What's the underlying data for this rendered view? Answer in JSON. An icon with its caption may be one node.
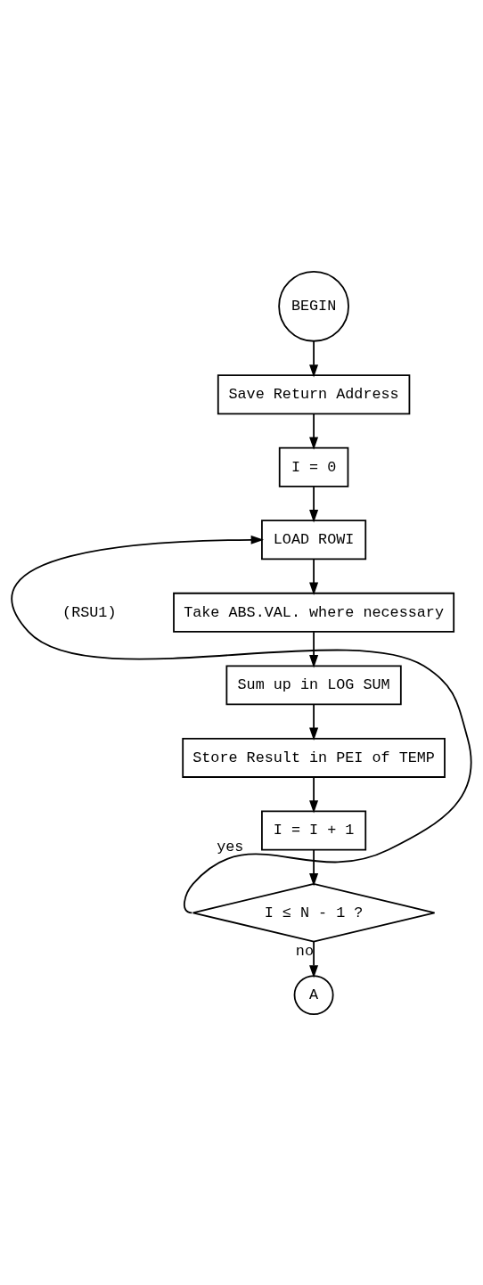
{
  "diagram": {
    "nodes": [
      {
        "text": [
          "BEGIN"
        ]
      },
      {
        "text": [
          "Save Return Address"
        ]
      },
      {
        "text": [
          "I = 0"
        ]
      },
      {
        "text": [
          "LOAD ROWI"
        ]
      },
      {
        "text": [
          "Take ABS.VAL. where necessary"
        ]
      },
      {
        "text": [
          "Sum up in LOG SUM"
        ]
      },
      {
        "text": [
          "Store Result in PEI of TEMP"
        ]
      },
      {
        "text": [
          "I = I + 1"
        ]
      },
      {
        "text": [
          "I ≤ N - 1 ?"
        ]
      },
      {
        "text": [
          "A"
        ]
      }
    ],
    "edges": [
      {
        "from": 0,
        "to": 1,
        "arrow": "to"
      },
      {
        "from": 1,
        "to": 2,
        "arrow": "to"
      },
      {
        "from": 2,
        "to": 3,
        "arrow": "to"
      },
      {
        "from": 3,
        "to": 4,
        "arrow": "to"
      },
      {
        "from": 4,
        "to": 5,
        "arrow": "to"
      },
      {
        "from": 5,
        "to": 6,
        "arrow": "to"
      },
      {
        "from": 6,
        "to": 7,
        "arrow": "to"
      },
      {
        "from": 7,
        "to": 8,
        "arrow": "to"
      },
      {
        "from": 8,
        "to": 3,
        "arrow": "to",
        "label": "yes"
      },
      {
        "from": 8,
        "to": 9,
        "arrow": "to",
        "label": "no"
      }
    ],
    "labels": [
      "(RSU1)"
    ]
  }
}
